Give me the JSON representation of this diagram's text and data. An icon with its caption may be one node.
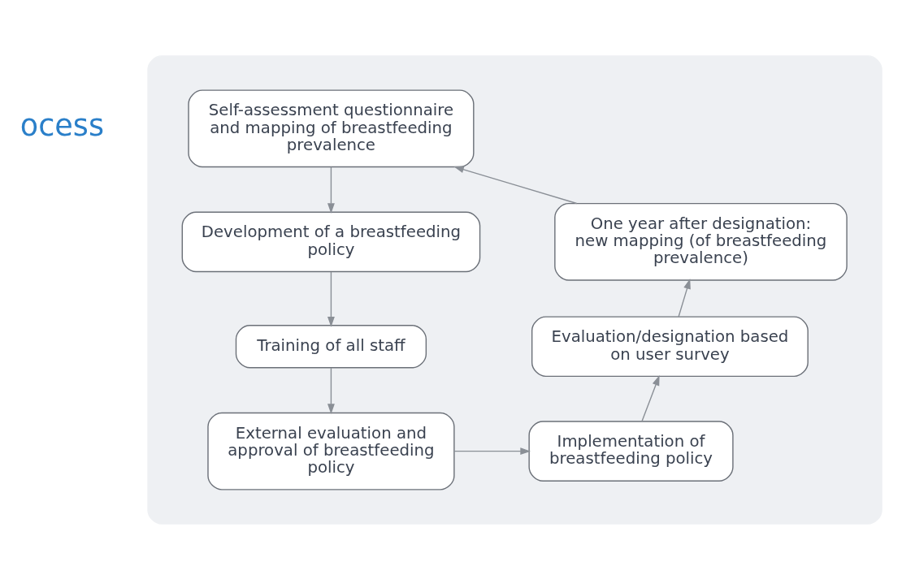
{
  "diagram": {
    "nodes": [
      {
        "text": [],
        "shape": "ellipse"
      },
      {
        "text": [
          "Self-assessment questionnaire and mapping of breastfeeding prevalence"
        ],
        "in": 0
      },
      {
        "text": [
          "Development of a breastfeeding policy"
        ],
        "in": 0
      },
      {
        "text": [
          "Training of all staff"
        ],
        "in": 0
      },
      {
        "text": [
          "External evaluation and approval of breastfeeding policy"
        ],
        "in": 0
      },
      {
        "text": [
          "Implementation of breastfeeding policy"
        ],
        "in": 0
      },
      {
        "text": [
          "Evaluation/designation based on user survey"
        ],
        "in": 0
      },
      {
        "text": [
          "One year after designation: new mapping (of breastfeeding prevalence)"
        ],
        "in": 0
      }
    ],
    "edges": [
      {
        "from": 1,
        "to": 2,
        "arrow": "to"
      },
      {
        "from": 2,
        "to": 3,
        "arrow": "to"
      },
      {
        "from": 3,
        "to": 4,
        "arrow": "to"
      },
      {
        "from": 4,
        "to": 5,
        "arrow": "to"
      },
      {
        "from": 5,
        "to": 6,
        "arrow": "to"
      },
      {
        "from": 6,
        "to": 7,
        "arrow": "to"
      },
      {
        "from": 7,
        "to": 1,
        "arrow": "to"
      }
    ],
    "labels": [
      "ocess"
    ]
  }
}
